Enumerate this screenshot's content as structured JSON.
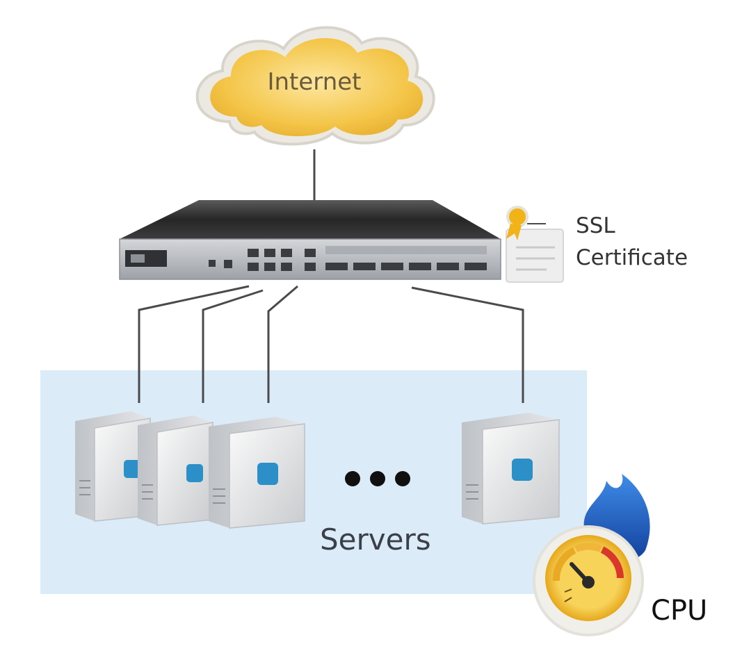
{
  "labels": {
    "internet": "Internet",
    "ssl_line1": "SSL",
    "ssl_line2": "Certificate",
    "servers": "Servers",
    "cpu": "CPU"
  },
  "colors": {
    "cloud_fill": "#f4c64a",
    "cloud_outline": "#d8d4cc",
    "device_dark": "#2a2a2a",
    "device_front": "#b9bcc1",
    "server_panel": "#dcebf8",
    "server_badge": "#2d8fc8",
    "flame": "#1f6fd0",
    "gauge_ring": "#f2c12e",
    "gauge_red": "#d9372b"
  },
  "icons": [
    "cloud-icon",
    "network-appliance-icon",
    "certificate-icon",
    "server-icon",
    "ellipsis-icon",
    "cpu-gauge-icon",
    "flame-icon"
  ]
}
